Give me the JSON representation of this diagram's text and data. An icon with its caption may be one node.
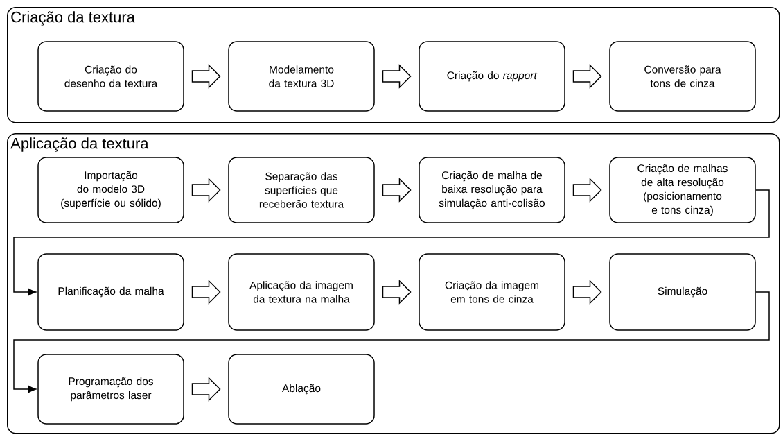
{
  "diagram": {
    "nodes": [
      {
        "text": [
          "Criação da textura"
        ]
      },
      {
        "text": [
          "Criação do desenho da textura"
        ],
        "in": 0
      },
      {
        "text": [
          "Modelamento da textura 3D"
        ],
        "in": 0
      },
      {
        "text": [
          "Criação do *rapport*"
        ],
        "in": 0
      },
      {
        "text": [
          "Conversão para tons de cinza"
        ],
        "in": 0
      },
      {
        "text": [
          "Aplicação da textura"
        ]
      },
      {
        "text": [
          "Importação do modelo 3D (superfície ou sólido)"
        ],
        "in": 5
      },
      {
        "text": [
          "Separação das superfícies que receberão textura"
        ],
        "in": 5
      },
      {
        "text": [
          "Criação de malha de baixa resolução para simulação anti-colisão"
        ],
        "in": 5
      },
      {
        "text": [
          "Criação de malhas de alta resolução (posicionamento e tons cinza)"
        ],
        "in": 5
      },
      {
        "text": [
          "Planificação da malha"
        ],
        "in": 5
      },
      {
        "text": [
          "Aplicação da imagem da textura na malha"
        ],
        "in": 5
      },
      {
        "text": [
          "Criação da imagem em tons de cinza"
        ],
        "in": 5
      },
      {
        "text": [
          "Simulação"
        ],
        "in": 5
      },
      {
        "text": [
          "Programação dos parâmetros laser"
        ],
        "in": 5
      },
      {
        "text": [
          "Ablação"
        ],
        "in": 5
      }
    ],
    "edges": [
      {
        "from": 1,
        "to": 2,
        "arrow": "to"
      },
      {
        "from": 2,
        "to": 3,
        "arrow": "to"
      },
      {
        "from": 3,
        "to": 4,
        "arrow": "to"
      },
      {
        "from": 6,
        "to": 7,
        "arrow": "to"
      },
      {
        "from": 7,
        "to": 8,
        "arrow": "to"
      },
      {
        "from": 8,
        "to": 9,
        "arrow": "to"
      },
      {
        "from": 9,
        "to": 10,
        "arrow": "to"
      },
      {
        "from": 10,
        "to": 11,
        "arrow": "to"
      },
      {
        "from": 11,
        "to": 12,
        "arrow": "to"
      },
      {
        "from": 12,
        "to": 13,
        "arrow": "to"
      },
      {
        "from": 13,
        "to": 14,
        "arrow": "to"
      },
      {
        "from": 14,
        "to": 15,
        "arrow": "to"
      }
    ]
  }
}
